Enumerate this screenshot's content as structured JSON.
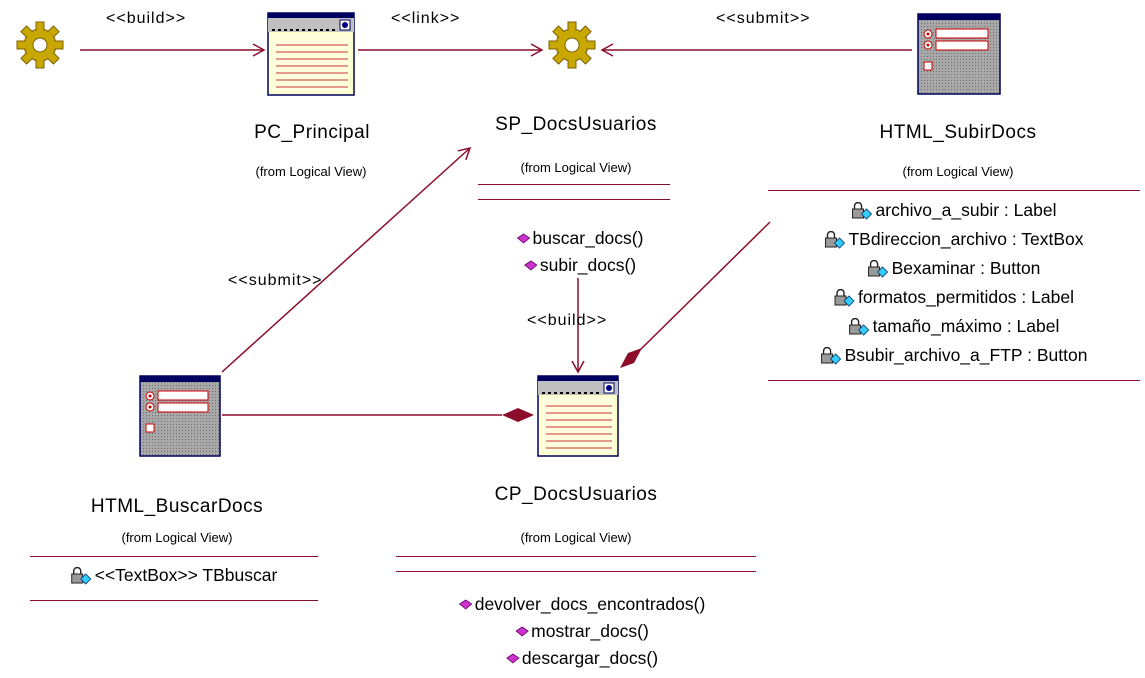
{
  "classes": {
    "pc_principal": {
      "name": "PC_Principal",
      "from": "(from Logical View)"
    },
    "sp_docsusuarios": {
      "name": "SP_DocsUsuarios",
      "from": "(from Logical View)",
      "operations": [
        "buscar_docs()",
        "subir_docs()"
      ]
    },
    "html_subirdocs": {
      "name": "HTML_SubirDocs",
      "from": "(from Logical View)",
      "attributes": [
        "archivo_a_subir : Label",
        "TBdireccion_archivo : TextBox",
        "Bexaminar : Button",
        "formatos_permitidos : Label",
        "tamaño_máximo : Label",
        "Bsubir_archivo_a_FTP : Button"
      ]
    },
    "html_buscardocs": {
      "name": "HTML_BuscarDocs",
      "from": "(from Logical View)",
      "attributes": [
        "<<TextBox>> TBbuscar"
      ]
    },
    "cp_docsusuarios": {
      "name": "CP_DocsUsuarios",
      "from": "(from Logical View)",
      "operations": [
        "devolver_docs_encontrados()",
        "mostrar_docs()",
        "descargar_docs()"
      ]
    }
  },
  "relations": {
    "build_top": "<<build>>",
    "link": "<<link>>",
    "submit_top": "<<submit>>",
    "submit_left": "<<submit>>",
    "build_mid": "<<build>>"
  },
  "colors": {
    "line": "#8b0d2b",
    "gear": "#c8a800",
    "icon_frame": "#000060",
    "diamond": "#cc33cc"
  },
  "icons": {
    "gear": "server-page-gear-icon",
    "client_page": "client-page-icon",
    "form": "html-form-icon",
    "attribute": "private-attribute-lock-icon",
    "operation": "public-operation-diamond-icon"
  }
}
